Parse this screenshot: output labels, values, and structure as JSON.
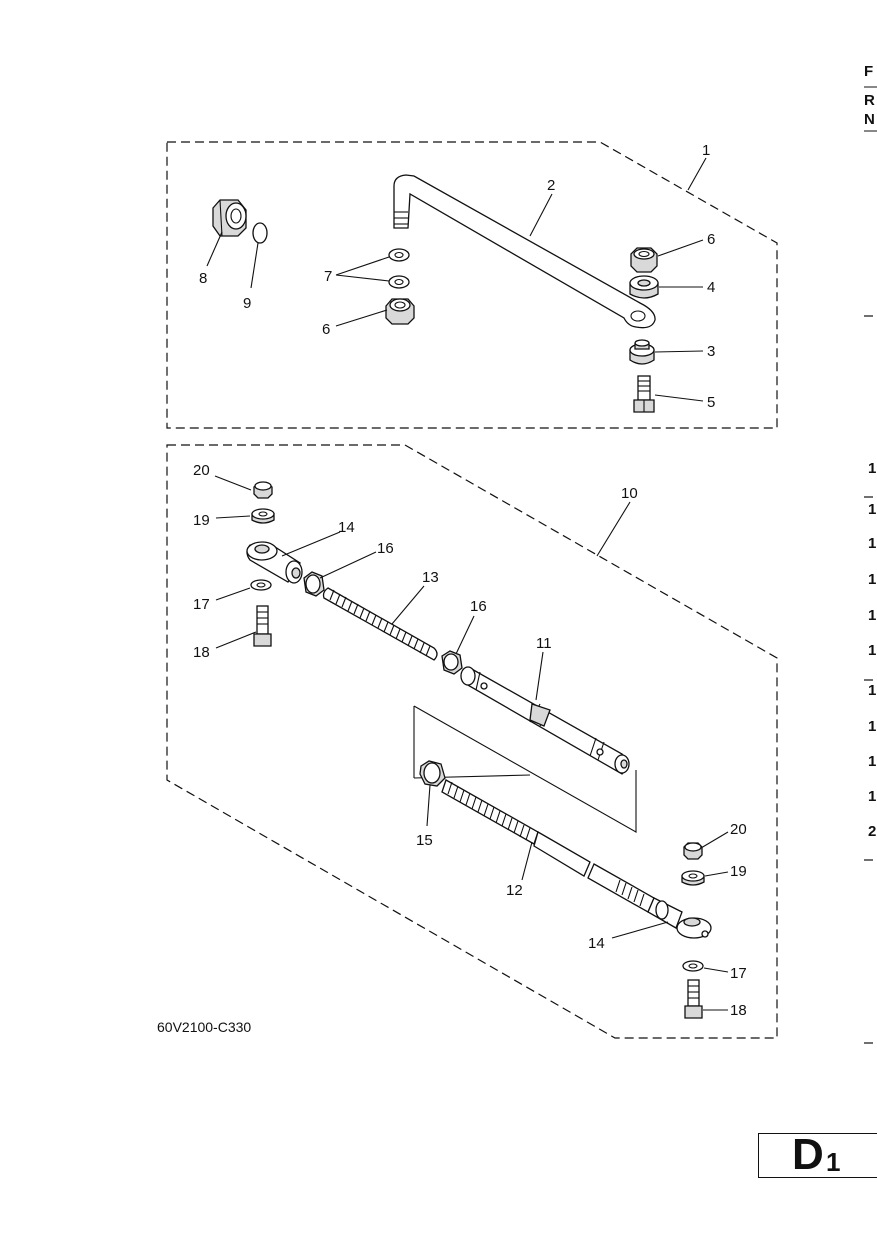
{
  "figure": {
    "drawing_code": "60V2100-C330",
    "section_code": "D",
    "section_number": "1",
    "callouts": {
      "c1": "1",
      "c2": "2",
      "c3": "3",
      "c4": "4",
      "c5": "5",
      "c6a": "6",
      "c6b": "6",
      "c7": "7",
      "c8": "8",
      "c9": "9",
      "c10": "10",
      "c11": "11",
      "c12": "12",
      "c13": "13",
      "c14a": "14",
      "c14b": "14",
      "c15": "15",
      "c16a": "16",
      "c16b": "16",
      "c17a": "17",
      "c17b": "17",
      "c18a": "18",
      "c18b": "18",
      "c19a": "19",
      "c19b": "19",
      "c20a": "20",
      "c20b": "20"
    }
  },
  "edge_text": {
    "header": [
      "F",
      "R",
      "N"
    ],
    "rows": [
      "1",
      "1",
      "1",
      "1",
      "1",
      "1",
      "1",
      "1",
      "1",
      "1",
      "2"
    ]
  }
}
